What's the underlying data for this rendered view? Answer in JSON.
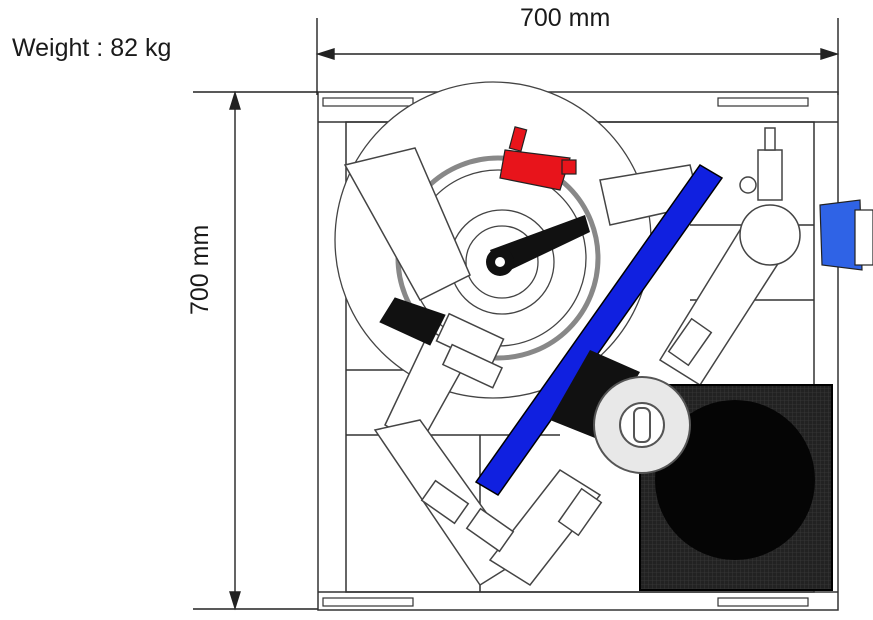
{
  "drawing": {
    "weight_label": "Weight : 82 kg",
    "width_dimension": "700 mm",
    "height_dimension": "700 mm"
  },
  "colors": {
    "outline": "#333333",
    "red_coupling": "#e8141b",
    "blue_coupling": "#2f63e6",
    "blue_bar": "#1020e0",
    "dark_component": "#141414",
    "valve_handle": "#111111"
  }
}
